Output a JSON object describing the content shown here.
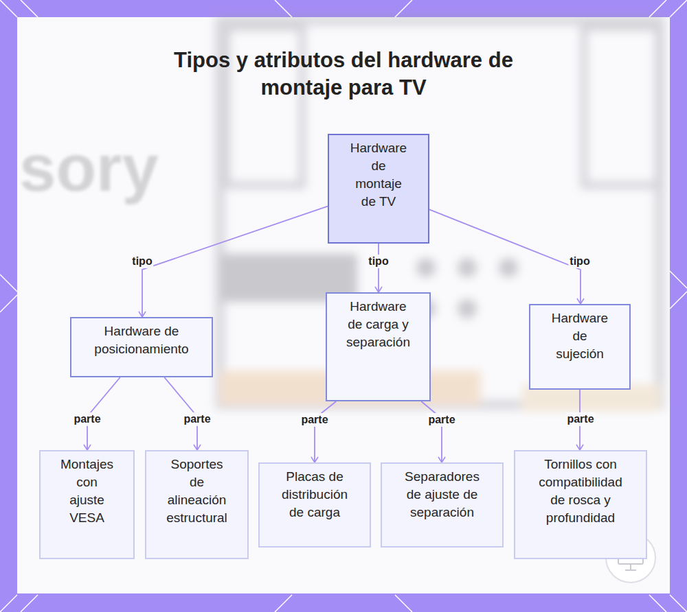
{
  "diagram": {
    "title": "Tipos y atributos del hardware de montaje para TV",
    "nodes": [
      {
        "text": [
          "Hardware de montaje de TV"
        ]
      },
      {
        "text": [
          "Hardware de posicionamiento"
        ]
      },
      {
        "text": [
          "Hardware de carga y separación"
        ]
      },
      {
        "text": [
          "Hardware de sujeción"
        ]
      },
      {
        "text": [
          "Montajes con ajuste VESA"
        ]
      },
      {
        "text": [
          "Soportes de alineación estructural"
        ]
      },
      {
        "text": [
          "Placas de distribución de carga"
        ]
      },
      {
        "text": [
          "Separadores de ajuste de separación"
        ]
      },
      {
        "text": [
          "Tornillos con compatibilidad de rosca y profundidad"
        ]
      }
    ],
    "edges": [
      {
        "from": 0,
        "to": 1,
        "label": "tipo",
        "arrow": "to"
      },
      {
        "from": 0,
        "to": 2,
        "label": "tipo",
        "arrow": "to"
      },
      {
        "from": 0,
        "to": 3,
        "label": "tipo",
        "arrow": "to"
      },
      {
        "from": 1,
        "to": 4,
        "label": "parte",
        "arrow": "to"
      },
      {
        "from": 1,
        "to": 5,
        "label": "parte",
        "arrow": "to"
      },
      {
        "from": 2,
        "to": 6,
        "label": "parte",
        "arrow": "to"
      },
      {
        "from": 2,
        "to": 7,
        "label": "parte",
        "arrow": "to"
      },
      {
        "from": 3,
        "to": 8,
        "label": "parte",
        "arrow": "to"
      }
    ],
    "labels": [
      "sory"
    ]
  }
}
